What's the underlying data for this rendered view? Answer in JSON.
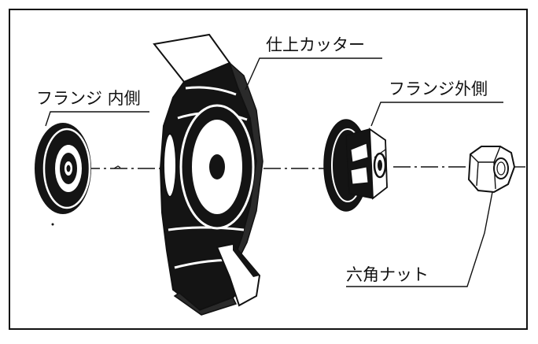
{
  "labels": {
    "flange_inner": "フランジ 内側",
    "finish_cutter": "仕上カッター",
    "flange_outer": "フランジ外側",
    "hex_nut": "六角ナット"
  },
  "colors": {
    "ink": "#111111",
    "part_dark": "#141414",
    "paper": "#ffffff"
  }
}
